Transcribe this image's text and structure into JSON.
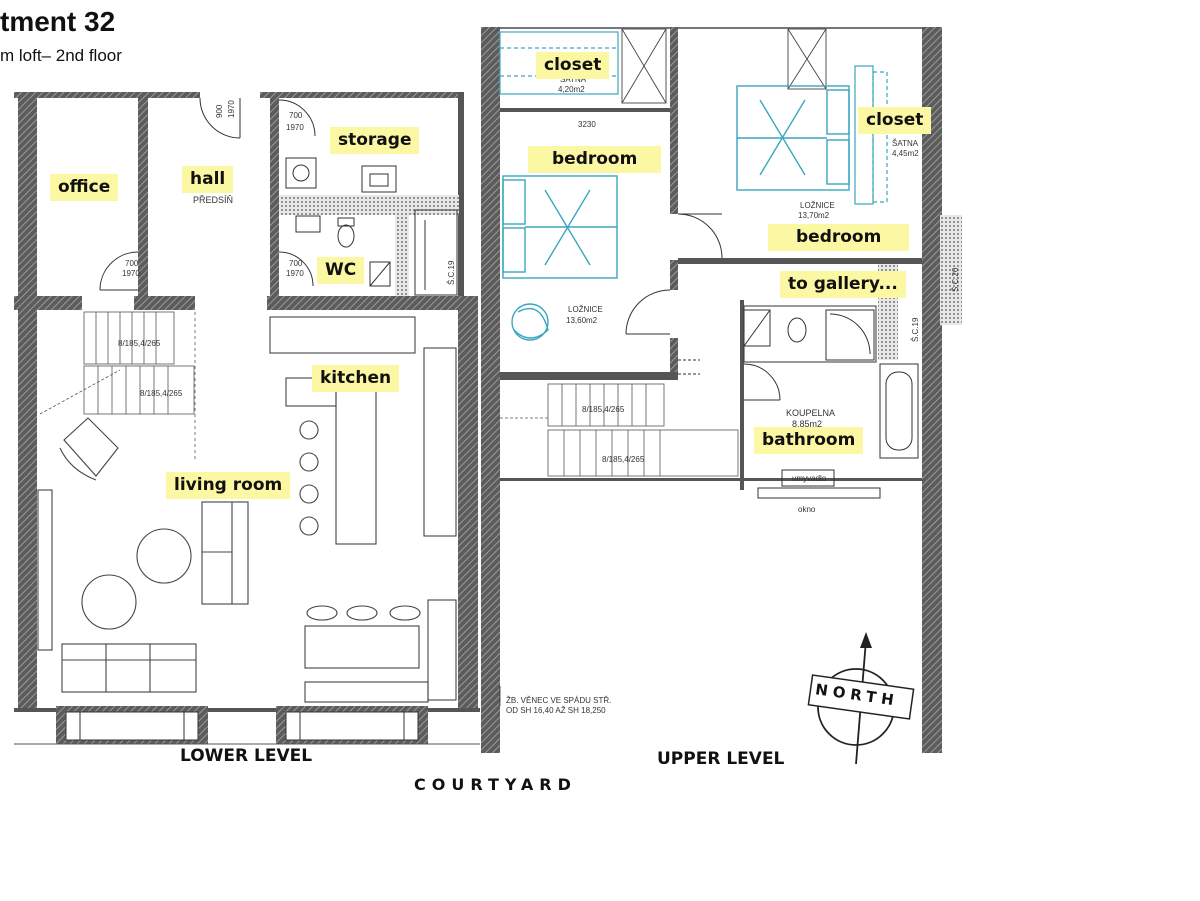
{
  "header": {
    "title": "tment 32",
    "subtitle": "m loft– 2nd floor"
  },
  "rooms": {
    "office": "office",
    "hall": "hall",
    "storage": "storage",
    "wc": "WC",
    "kitchen": "kitchen",
    "living_room": "living room",
    "closet_left": "closet",
    "closet_right": "closet",
    "bedroom_left": "bedroom",
    "bedroom_right": "bedroom",
    "to_gallery": "to gallery...",
    "bathroom": "bathroom"
  },
  "levels": {
    "lower": "LOWER LEVEL",
    "upper": "UPPER LEVEL",
    "courtyard": "COURTYARD"
  },
  "compass": {
    "north": "NORTH"
  },
  "plan_text": {
    "predsin": "PŘEDSÍŇ",
    "satna_left": "ŠATNA",
    "satna_left_area": "4,20m2",
    "dim_3230": "3230",
    "loznice_left": "LOŽNICE",
    "loznice_left_area": "13,60m2",
    "loznice_right": "LOŽNICE",
    "loznice_right_area": "13,70m2",
    "satna_right": "ŠATNA",
    "satna_right_area": "4,45m2",
    "koupelna": "KOUPELNA",
    "koupelna_area": "8,85m2",
    "umyvadlo": "umyvadlo",
    "okno": "okno",
    "sc19_left": "Š.C.19",
    "sc19_right": "Š.C.19",
    "sc20": "Š.C.20",
    "venec_1": "ŽB. VĚNEC VE SPÁDU STŘ.",
    "venec_2": "OD SH 16,40 AŽ SH 18,250",
    "stair_1": "8/185,4/265",
    "stair_2": "8/185,4/265",
    "stair_3": "8/185,4/265",
    "stair_4": "8/185,4/265",
    "dim_700_a": "700",
    "dim_1970_a": "1970",
    "dim_700_b": "700",
    "dim_1970_b": "1970",
    "dim_700_c": "700",
    "dim_1970_c": "1970",
    "dim_900": "900",
    "dim_1970_d": "1970"
  }
}
